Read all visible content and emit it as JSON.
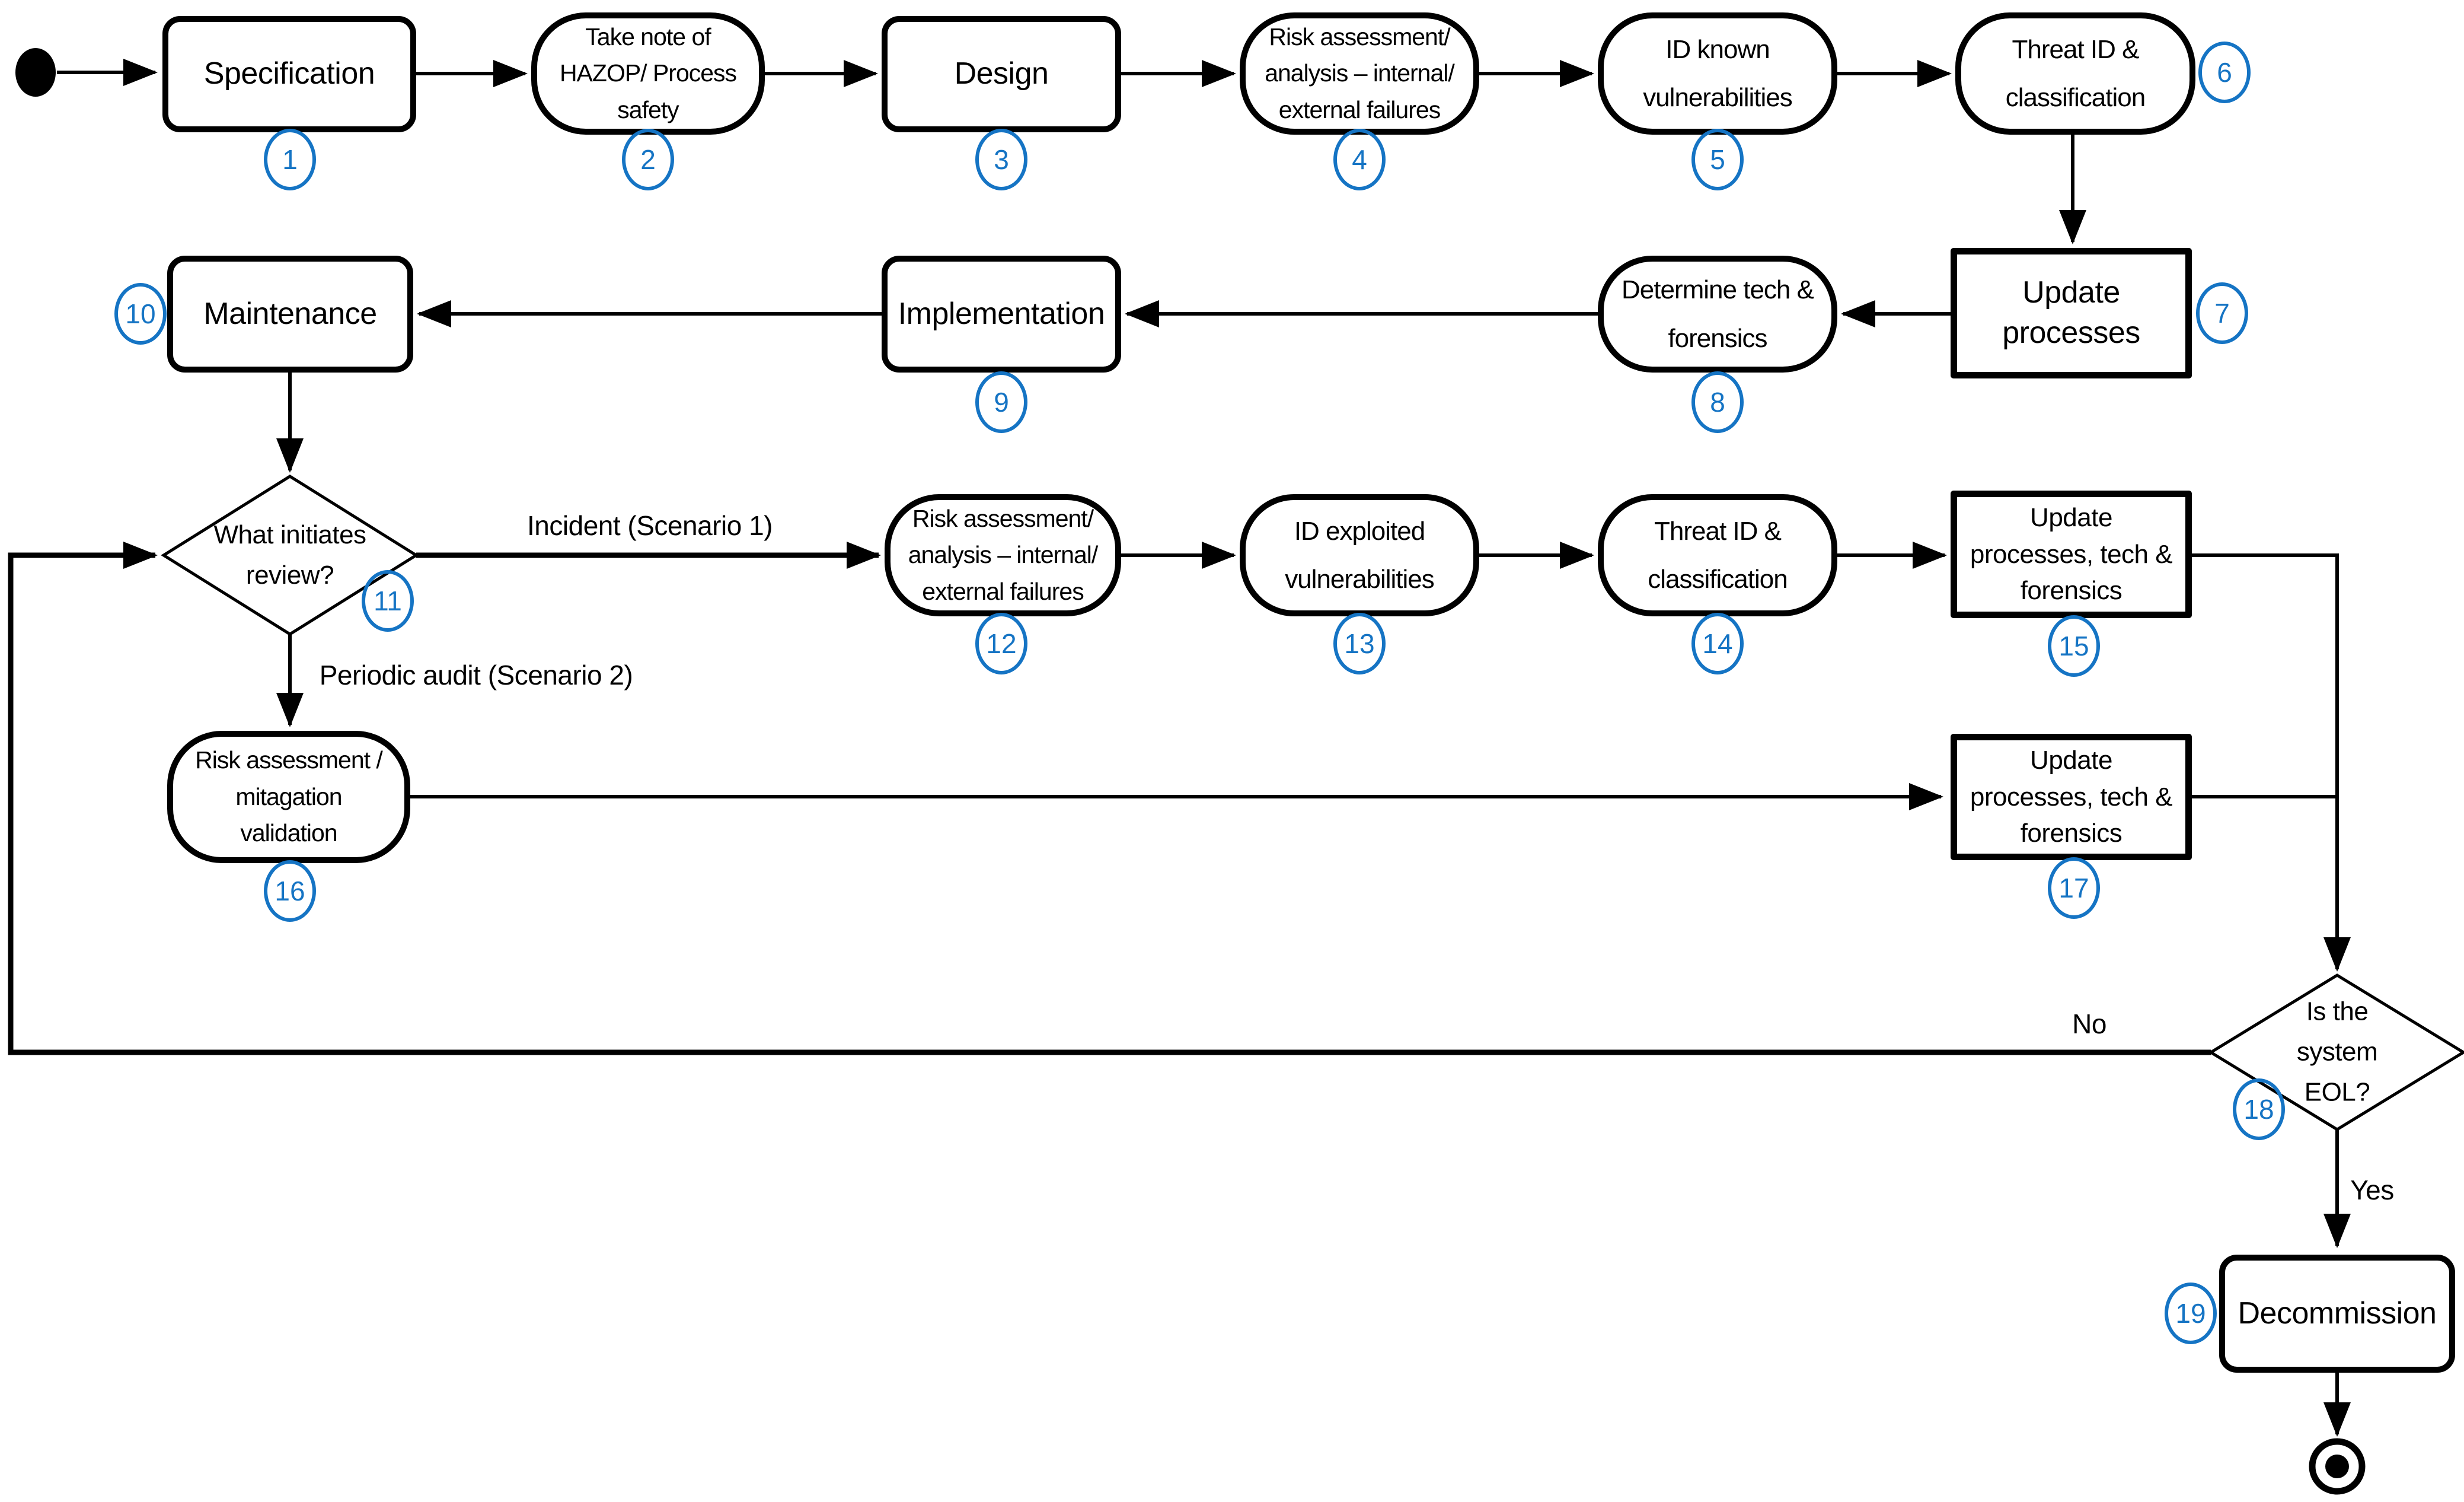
{
  "colors": {
    "accent": "#1574C4",
    "line": "#000000",
    "background": "#FFFFFF"
  },
  "icons": {
    "start": "initial-state-filled-circle",
    "end": "final-state-bullseye"
  },
  "nodes": {
    "n1": {
      "id": "1",
      "label": "Specification"
    },
    "n2": {
      "id": "2",
      "label": "Take note of\nHAZOP/ Process\nsafety"
    },
    "n3": {
      "id": "3",
      "label": "Design"
    },
    "n4": {
      "id": "4",
      "label": "Risk assessment/\nanalysis – internal/\nexternal failures"
    },
    "n5": {
      "id": "5",
      "label": "ID known\nvulnerabilities"
    },
    "n6": {
      "id": "6",
      "label": "Threat ID &\nclassification"
    },
    "n7": {
      "id": "7",
      "label": "Update\nprocesses"
    },
    "n8": {
      "id": "8",
      "label": "Determine tech &\nforensics"
    },
    "n9": {
      "id": "9",
      "label": "Implementation"
    },
    "n10": {
      "id": "10",
      "label": "Maintenance"
    },
    "n11": {
      "id": "11",
      "label": "What initiates\nreview?"
    },
    "n12": {
      "id": "12",
      "label": "Risk assessment/\nanalysis – internal/\nexternal failures"
    },
    "n13": {
      "id": "13",
      "label": "ID exploited\nvulnerabilities"
    },
    "n14": {
      "id": "14",
      "label": "Threat ID &\nclassification"
    },
    "n15": {
      "id": "15",
      "label": "Update\nprocesses, tech &\nforensics"
    },
    "n16": {
      "id": "16",
      "label": "Risk assessment /\nmitagation\nvalidation"
    },
    "n17": {
      "id": "17",
      "label": "Update\nprocesses, tech &\nforensics"
    },
    "n18": {
      "id": "18",
      "label": "Is the system\nEOL?"
    },
    "n19": {
      "id": "19",
      "label": "Decommission"
    }
  },
  "edge_labels": {
    "incident": "Incident (Scenario 1)",
    "periodic_audit": "Periodic audit (Scenario 2)",
    "no": "No",
    "yes": "Yes"
  },
  "edges": [
    {
      "from": "start",
      "to": "1"
    },
    {
      "from": "1",
      "to": "2"
    },
    {
      "from": "2",
      "to": "3"
    },
    {
      "from": "3",
      "to": "4"
    },
    {
      "from": "4",
      "to": "5"
    },
    {
      "from": "5",
      "to": "6"
    },
    {
      "from": "6",
      "to": "7"
    },
    {
      "from": "7",
      "to": "8"
    },
    {
      "from": "8",
      "to": "9"
    },
    {
      "from": "9",
      "to": "10"
    },
    {
      "from": "10",
      "to": "11"
    },
    {
      "from": "11",
      "to": "12",
      "label": "Incident (Scenario 1)"
    },
    {
      "from": "12",
      "to": "13"
    },
    {
      "from": "13",
      "to": "14"
    },
    {
      "from": "14",
      "to": "15"
    },
    {
      "from": "15",
      "to": "18"
    },
    {
      "from": "11",
      "to": "16",
      "label": "Periodic audit (Scenario 2)"
    },
    {
      "from": "16",
      "to": "17"
    },
    {
      "from": "17",
      "to": "18"
    },
    {
      "from": "18",
      "to": "11",
      "label": "No"
    },
    {
      "from": "18",
      "to": "19",
      "label": "Yes"
    },
    {
      "from": "19",
      "to": "end"
    }
  ]
}
